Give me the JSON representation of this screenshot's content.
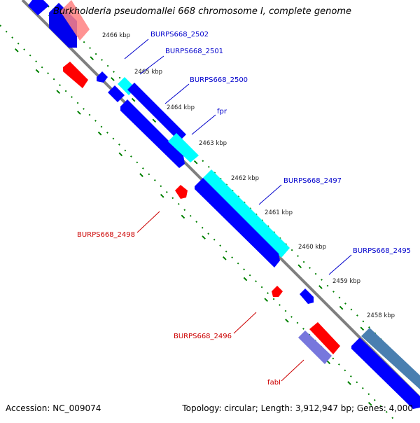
{
  "title": "Burkholderia pseudomallei 668 chromosome I, complete genome",
  "footer": {
    "accession": "Accession: NC_009074",
    "topology": "Topology: circular; Length: 3,912,947 bp; Genes: 4,000"
  },
  "ticks": [
    "2466 kbp",
    "2465 kbp",
    "2464 kbp",
    "2463 kbp",
    "2462 kbp",
    "2461 kbp",
    "2460 kbp",
    "2459 kbp",
    "2458 kbp"
  ],
  "gene_labels": [
    {
      "text": "BURPS668_2502",
      "color": "#0000cc"
    },
    {
      "text": "BURPS668_2501",
      "color": "#0000cc"
    },
    {
      "text": "BURPS668_2500",
      "color": "#0000cc"
    },
    {
      "text": "fpr",
      "color": "#0000cc"
    },
    {
      "text": "BURPS668_2497",
      "color": "#0000cc"
    },
    {
      "text": "BURPS668_2495",
      "color": "#0000cc"
    },
    {
      "text": "BURPS668_2498",
      "color": "#cc0000"
    },
    {
      "text": "BURPS668_2496",
      "color": "#cc0000"
    },
    {
      "text": "fabI",
      "color": "#cc0000"
    }
  ],
  "colors": {
    "forward_cds": "#0000ff",
    "reverse_cds": "#ff0000",
    "highlight": "#00ffff",
    "backbone": "#808080",
    "tick_green": "#008000"
  }
}
